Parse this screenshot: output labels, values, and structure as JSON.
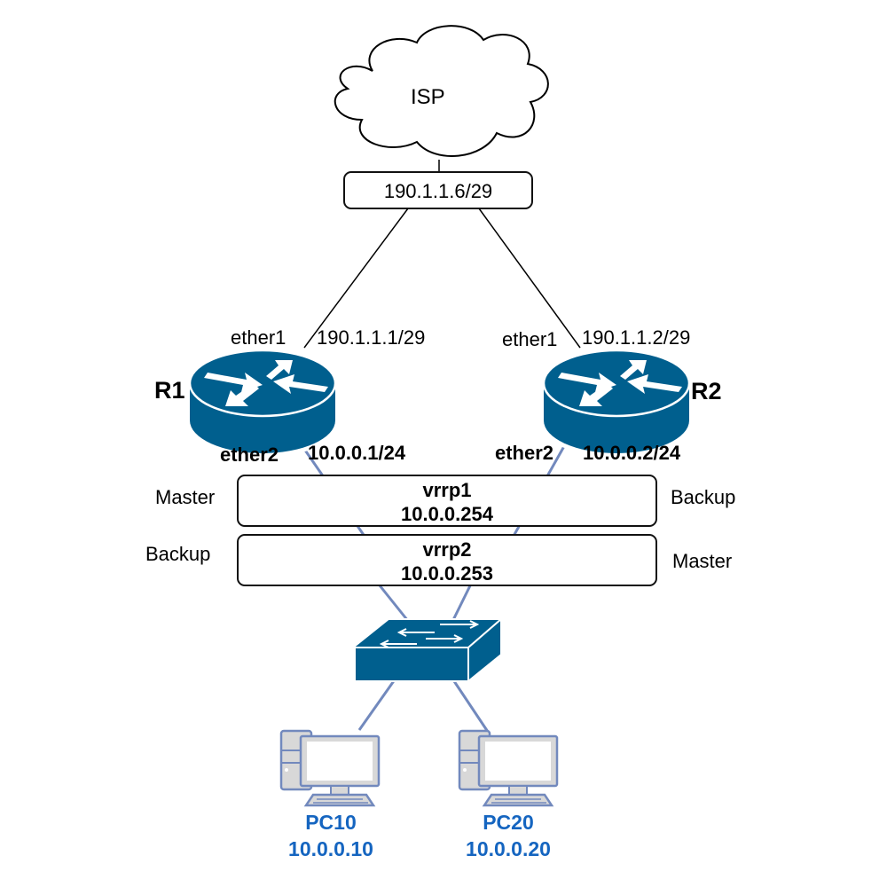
{
  "cloud": {
    "label": "ISP"
  },
  "isp_interface": {
    "address": "190.1.1.6/29"
  },
  "routers": [
    {
      "name": "R1",
      "wan_interface": "ether1",
      "wan_address": "190.1.1.1/29",
      "lan_interface": "ether2",
      "lan_address": "10.0.0.1/24"
    },
    {
      "name": "R2",
      "wan_interface": "ether1",
      "wan_address": "190.1.1.2/29",
      "lan_interface": "ether2",
      "lan_address": "10.0.0.2/24"
    }
  ],
  "vrrp": [
    {
      "name": "vrrp1",
      "address": "10.0.0.254",
      "r1_role": "Master",
      "r2_role": "Backup"
    },
    {
      "name": "vrrp2",
      "address": "10.0.0.253",
      "r1_role": "Backup",
      "r2_role": "Master"
    }
  ],
  "switch": {
    "icon": "switch-icon"
  },
  "pcs": [
    {
      "name": "PC10",
      "address": "10.0.0.10"
    },
    {
      "name": "PC20",
      "address": "10.0.0.20"
    }
  ],
  "colors": {
    "device_blue": "#005f8e",
    "lan_link": "#7289bd",
    "wan_link": "#000000",
    "pc_label": "#1565c0",
    "pc_fill": "#d8d8d8",
    "pc_outline": "#7289bd"
  }
}
